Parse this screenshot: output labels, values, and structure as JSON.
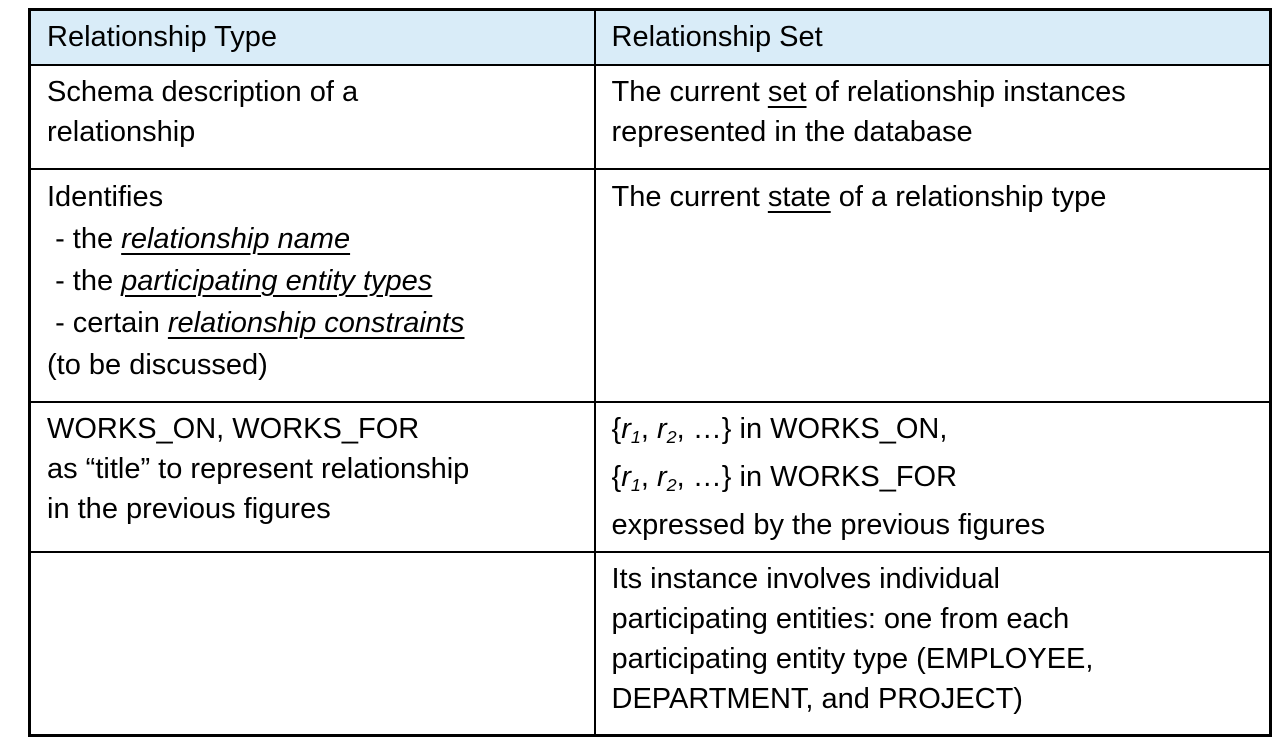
{
  "slide": {
    "colors": {
      "header_bg": "#d9ecf8",
      "border": "#000000",
      "text": "#000000",
      "background": "#ffffff"
    },
    "table": {
      "columns": [
        "Relationship Type",
        "Relationship Set"
      ],
      "rows": [
        {
          "left": [
            [
              {
                "t": "Schema description of a"
              }
            ],
            [
              {
                "t": "relationship"
              }
            ]
          ],
          "right": [
            [
              {
                "t": "The current "
              },
              {
                "t": "set",
                "u": true
              },
              {
                "t": " of relationship instances"
              }
            ],
            [
              {
                "t": "represented in the database"
              }
            ]
          ]
        },
        {
          "left": [
            [
              {
                "t": "Identifies"
              }
            ],
            [
              {
                "t": " - the "
              },
              {
                "t": "relationship name",
                "i": true,
                "u": true
              }
            ],
            [
              {
                "t": " - the "
              },
              {
                "t": "participating entity types",
                "i": true,
                "u": true
              }
            ],
            [
              {
                "t": " - certain "
              },
              {
                "t": "relationship constraints",
                "i": true,
                "u": true
              }
            ],
            [
              {
                "t": "(to be discussed)"
              }
            ]
          ],
          "right": [
            [
              {
                "t": "The current "
              },
              {
                "t": "state",
                "u": true
              },
              {
                "t": " of a relationship type"
              }
            ]
          ]
        },
        {
          "left": [
            [
              {
                "t": "WORKS_ON, WORKS_FOR"
              }
            ],
            [
              {
                "t": "as “title” to represent relationship"
              }
            ],
            [
              {
                "t": "in the previous figures"
              }
            ]
          ],
          "right": [
            [
              {
                "t": "{"
              },
              {
                "t": "r",
                "i": true
              },
              {
                "t": "1",
                "i": true,
                "sub": true
              },
              {
                "t": ", "
              },
              {
                "t": "r",
                "i": true
              },
              {
                "t": "2",
                "i": true,
                "sub": true
              },
              {
                "t": ", …} in WORKS_ON,"
              }
            ],
            [
              {
                "t": "{"
              },
              {
                "t": "r",
                "i": true
              },
              {
                "t": "1",
                "i": true,
                "sub": true
              },
              {
                "t": ", "
              },
              {
                "t": "r",
                "i": true
              },
              {
                "t": "2",
                "i": true,
                "sub": true
              },
              {
                "t": ", …} in WORKS_FOR"
              }
            ],
            [
              {
                "t": "expressed by the previous figures"
              }
            ]
          ]
        },
        {
          "left": [],
          "right": [
            [
              {
                "t": "Its instance involves individual"
              }
            ],
            [
              {
                "t": "participating entities: one from each"
              }
            ],
            [
              {
                "t": "participating entity type (EMPLOYEE,"
              }
            ],
            [
              {
                "t": "DEPARTMENT, and PROJECT)"
              }
            ]
          ]
        }
      ]
    }
  }
}
